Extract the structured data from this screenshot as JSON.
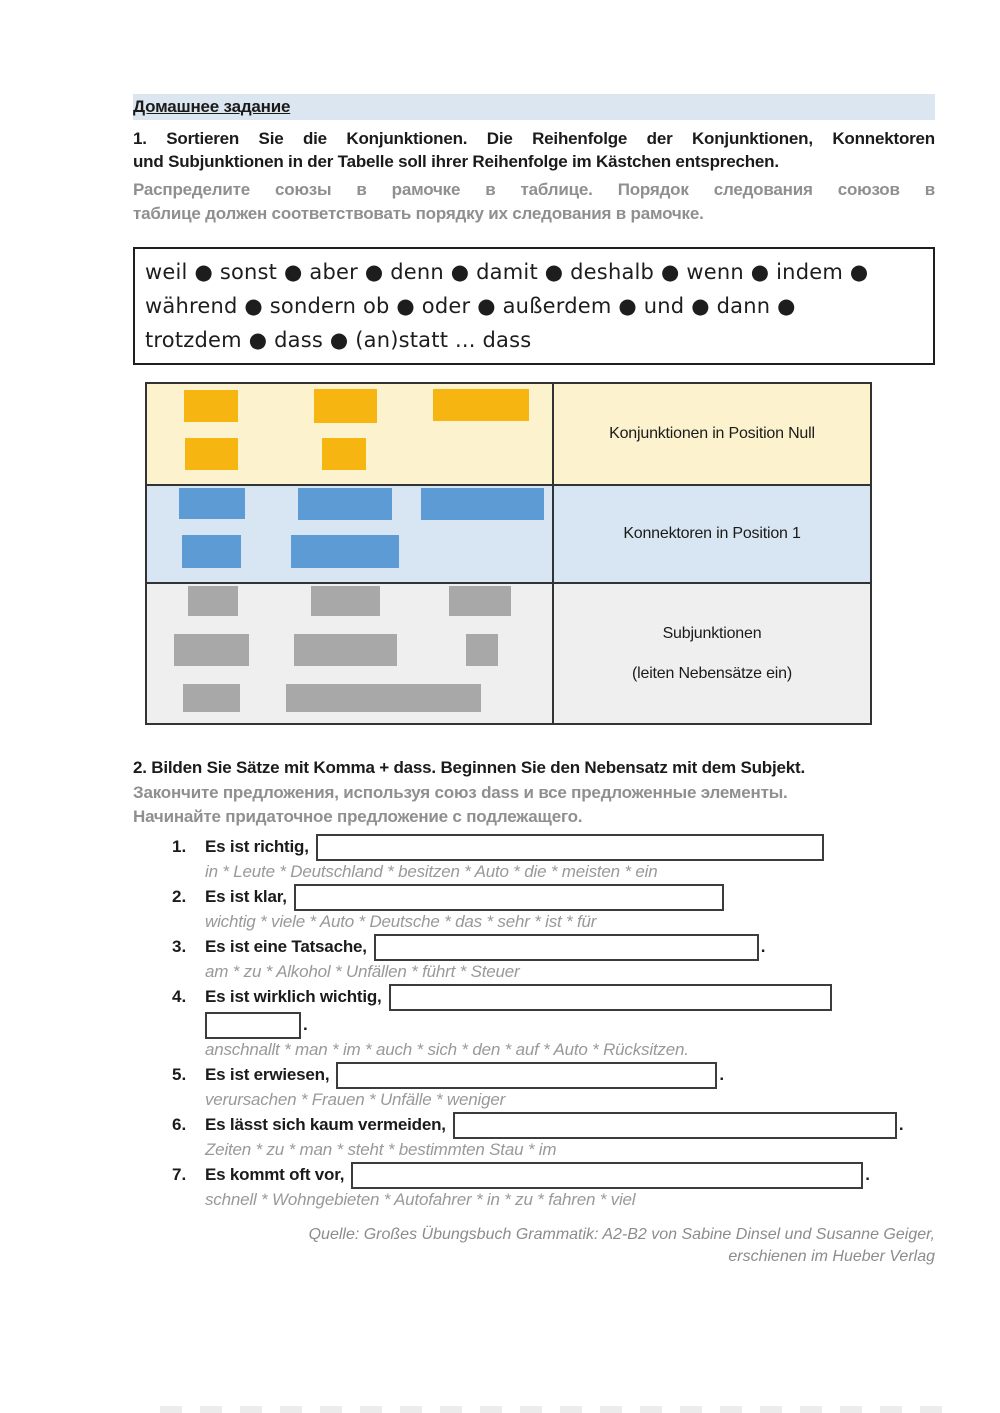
{
  "header": {
    "title": "Домашнее задание"
  },
  "task1": {
    "instruction_de_lines": [
      "1. Sortieren Sie die Konjunktionen. Die Reihenfolge der Konjunktionen, Konnektoren",
      "und Subjunktionen in der Tabelle soll ihrer Reihenfolge im Kästchen entsprechen."
    ],
    "instruction_ru_lines": [
      "Распределите союзы в рамочке в таблице. Порядок следования союзов в",
      "таблице должен соответствовать порядку их следования в рамочке."
    ],
    "word_bank_lines": [
      "weil ● sonst ● aber ● denn ● damit ● deshalb ● wenn ● indem ●",
      "während ● sondern ob ● oder ● außerdem ● und ● dann ●",
      "trotzdem ● dass ● (an)statt ... dass"
    ],
    "table_rows": [
      {
        "label": "Konjunktionen in Position Null",
        "chip_count": 5,
        "chip_color": "#f6b511",
        "row_bg": "#fdf2ce"
      },
      {
        "label": "Konnektoren in Position 1",
        "chip_count": 5,
        "chip_color": "#5d9bd4",
        "row_bg": "#d8e5f2"
      },
      {
        "label": "Subjunktionen",
        "sublabel": "(leiten Nebensätze ein)",
        "chip_count": 8,
        "chip_color": "#a8a8a8",
        "row_bg": "#efefef"
      }
    ]
  },
  "task2": {
    "instruction_de": "2. Bilden Sie Sätze mit Komma + dass. Beginnen Sie den Nebensatz mit dem Subjekt.",
    "instruction_ru_lines": [
      "Закончите предложения, используя союз dass и все предложенные элементы.",
      "Начинайте придаточное предложение с подлежащего."
    ],
    "items": [
      {
        "num": "1.",
        "prompt": "Es ist richtig,",
        "value": "",
        "suffix": "",
        "hint": "in * Leute * Deutschland * besitzen * Auto * die * meisten * ein"
      },
      {
        "num": "2.",
        "prompt": "Es ist klar,",
        "value": "",
        "suffix": "",
        "hint": "wichtig * viele * Auto * Deutsche * das * sehr * ist * für"
      },
      {
        "num": "3.",
        "prompt": "Es ist eine Tatsache,",
        "value": "",
        "suffix": ".",
        "hint": "am * zu * Alkohol * Unfällen * führt * Steuer"
      },
      {
        "num": "4.",
        "prompt": "Es ist wirklich wichtig,",
        "value": "",
        "value2": "",
        "suffix": ".",
        "hint": "anschnallt * man * im * auch * sich * den * auf * Auto * Rücksitzen."
      },
      {
        "num": "5.",
        "prompt": "Es ist erwiesen,",
        "value": "",
        "suffix": ".",
        "hint": "verursachen * Frauen * Unfälle * weniger"
      },
      {
        "num": "6.",
        "prompt": "Es lässt sich kaum vermeiden,",
        "value": "",
        "suffix": ".",
        "hint": "Zeiten * zu * man * steht * bestimmten Stau * im"
      },
      {
        "num": "7.",
        "prompt": "Es kommt oft vor,",
        "value": "",
        "suffix": ".",
        "hint": "schnell * Wohngebieten * Autofahrer * in * zu * fahren * viel"
      }
    ]
  },
  "source": {
    "line1": "Quelle: Großes Übungsbuch Grammatik: A2-B2 von Sabine Dinsel und Susanne Geiger,",
    "line2": "erschienen im Hueber Verlag"
  },
  "colors": {
    "highlight": "#dce6f1",
    "text_dark": "#1b1b1b",
    "text_gray": "#8f8f8f",
    "hint_gray": "#999999",
    "chip_yellow": "#f6b511",
    "row_yellow_bg": "#fdf2ce",
    "chip_blue": "#5d9bd4",
    "row_blue_bg": "#d8e5f2",
    "chip_gray": "#a8a8a8",
    "row_gray_bg": "#efefef"
  }
}
